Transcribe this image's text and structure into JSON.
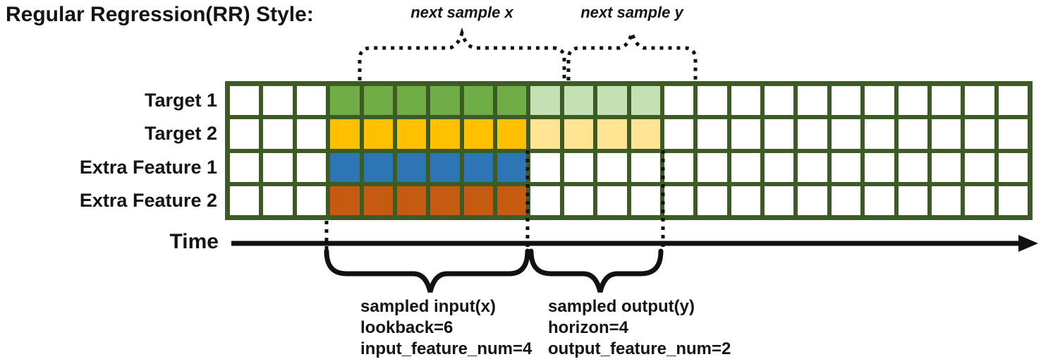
{
  "title": "Regular Regression(RR) Style:",
  "top_annotations": {
    "next_sample_x": "next sample x",
    "next_sample_y": "next sample y"
  },
  "time_axis": {
    "label": "Time"
  },
  "input_annotation": {
    "lines": [
      "sampled input(x)",
      "lookback=6",
      "input_feature_num=4"
    ]
  },
  "output_annotation": {
    "lines": [
      "sampled output(y)",
      "horizon=4",
      "output_feature_num=2"
    ]
  },
  "colors": {
    "blank": "#FFFFFF",
    "grid_line": "#3D5B25",
    "target1_input": "#70AD47",
    "target1_output": "#C5E0B4",
    "target2_input": "#FFC000",
    "target2_output": "#FFE593",
    "feature1_input": "#2E75B6",
    "feature2_input": "#C55A11",
    "ink": "#111111"
  },
  "grid": {
    "columns": 24,
    "rows": [
      {
        "label": "Target 1",
        "segments": [
          {
            "count": 3,
            "color": "blank"
          },
          {
            "count": 6,
            "color": "target1_input"
          },
          {
            "count": 4,
            "color": "target1_output"
          },
          {
            "count": 11,
            "color": "blank"
          }
        ]
      },
      {
        "label": "Target 2",
        "segments": [
          {
            "count": 3,
            "color": "blank"
          },
          {
            "count": 6,
            "color": "target2_input"
          },
          {
            "count": 4,
            "color": "target2_output"
          },
          {
            "count": 11,
            "color": "blank"
          }
        ]
      },
      {
        "label": "Extra Feature 1",
        "segments": [
          {
            "count": 3,
            "color": "blank"
          },
          {
            "count": 6,
            "color": "feature1_input"
          },
          {
            "count": 15,
            "color": "blank"
          }
        ]
      },
      {
        "label": "Extra Feature 2",
        "segments": [
          {
            "count": 3,
            "color": "blank"
          },
          {
            "count": 6,
            "color": "feature2_input"
          },
          {
            "count": 15,
            "color": "blank"
          }
        ]
      }
    ]
  }
}
